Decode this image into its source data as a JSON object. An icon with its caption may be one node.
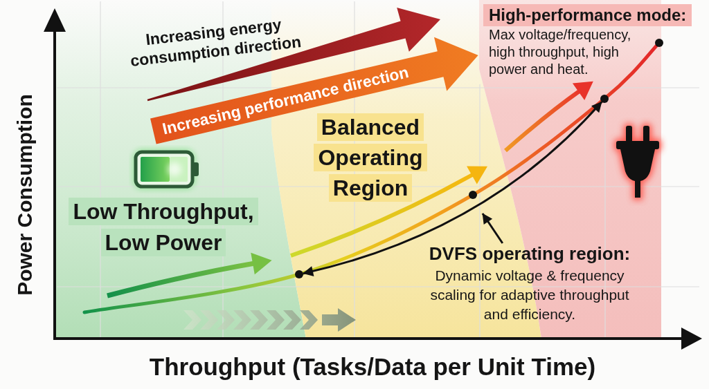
{
  "diagram": {
    "nodes": [
      {
        "text": [
          "High-performance mode:",
          "Max voltage/frequency, high throughput, high power and heat."
        ]
      },
      {
        "text": [
          "Increasing performance direction"
        ]
      },
      {
        "text": [
          "Balanced Operating Region"
        ]
      },
      {
        "text": [
          "Low Throughput, Low Power"
        ]
      },
      {
        "text": [
          "DVFS operating region:",
          "Dynamic voltage & frequency scaling for adaptive throughput and efficiency."
        ]
      },
      {
        "text": [],
        "shape": "circle"
      },
      {
        "text": [],
        "shape": "circle"
      }
    ],
    "edges": [
      {
        "from": 6,
        "to": 5,
        "arrow": "both"
      },
      {
        "from": 4,
        "to": null,
        "arrow": "to"
      }
    ],
    "labels": [
      "Increasing energy consumption direction",
      "Power Consumption",
      "Throughput (Tasks/Data per Unit Time)"
    ]
  }
}
